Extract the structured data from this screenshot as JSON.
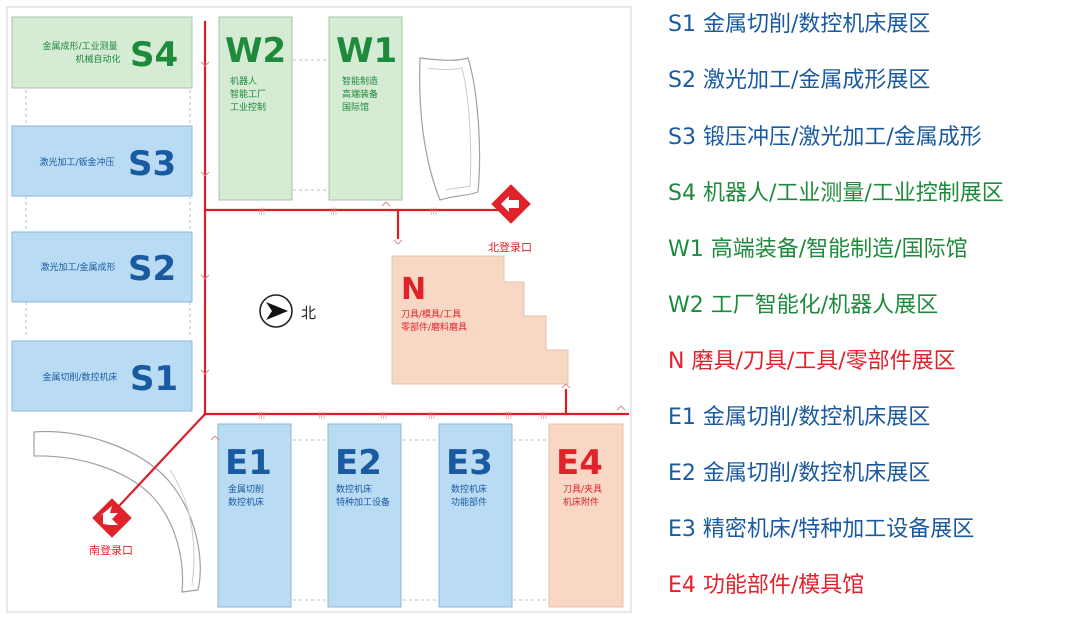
{
  "colors": {
    "blue_fill": "#b9dcf4",
    "blue_text": "#1a5aa0",
    "green_fill": "#d5ebd3",
    "green_text": "#1e8a3c",
    "peach_fill": "#f8d7c4",
    "red": "#e0222a",
    "road": "#d81f26",
    "building_outline": "#9aa2aa"
  },
  "halls": {
    "S4": {
      "code": "S4",
      "lines": [
        "金属成形/工业测量",
        "机械自动化"
      ]
    },
    "S3": {
      "code": "S3",
      "lines": [
        "激光加工/钣金冲压"
      ]
    },
    "S2": {
      "code": "S2",
      "lines": [
        "激光加工/金属成形"
      ]
    },
    "S1": {
      "code": "S1",
      "lines": [
        "金属切削/数控机床"
      ]
    },
    "W2": {
      "code": "W2",
      "lines": [
        "机器人",
        "智能工厂",
        "工业控制"
      ]
    },
    "W1": {
      "code": "W1",
      "lines": [
        "智能制造",
        "高端装备",
        "国际馆"
      ]
    },
    "N": {
      "code": "N",
      "lines": [
        "刀具/模具/工具",
        "零部件/磨料磨具"
      ]
    },
    "E1": {
      "code": "E1",
      "lines": [
        "金属切削",
        "数控机床"
      ]
    },
    "E2": {
      "code": "E2",
      "lines": [
        "数控机床",
        "特种加工设备"
      ]
    },
    "E3": {
      "code": "E3",
      "lines": [
        "数控机床",
        "功能部件"
      ]
    },
    "E4": {
      "code": "E4",
      "lines": [
        "刀具/夹具",
        "机床附件"
      ]
    }
  },
  "entrances": {
    "north": "北登录口",
    "south": "南登录口"
  },
  "compass": {
    "label": "北",
    "icon": "compass-arrow-icon"
  },
  "legend": [
    {
      "text": "S1 金属切削/数控机床展区",
      "color": "#1a5aa0"
    },
    {
      "text": "S2 激光加工/金属成形展区",
      "color": "#1a5aa0"
    },
    {
      "text": "S3 锻压冲压/激光加工/金属成形",
      "color": "#1a5aa0"
    },
    {
      "text": "S4 机器人/工业测量/工业控制展区",
      "color": "#1e8a3c"
    },
    {
      "text": "W1 高端装备/智能制造/国际馆",
      "color": "#1e8a3c"
    },
    {
      "text": "W2 工厂智能化/机器人展区",
      "color": "#1e8a3c"
    },
    {
      "text": "N 磨具/刀具/工具/零部件展区",
      "color": "#e0222a"
    },
    {
      "text": "E1 金属切削/数控机床展区",
      "color": "#1a5aa0"
    },
    {
      "text": "E2 金属切削/数控机床展区",
      "color": "#1a5aa0"
    },
    {
      "text": "E3 精密机床/特种加工设备展区",
      "color": "#1a5aa0"
    },
    {
      "text": "E4 功能部件/模具馆",
      "color": "#e0222a"
    }
  ]
}
